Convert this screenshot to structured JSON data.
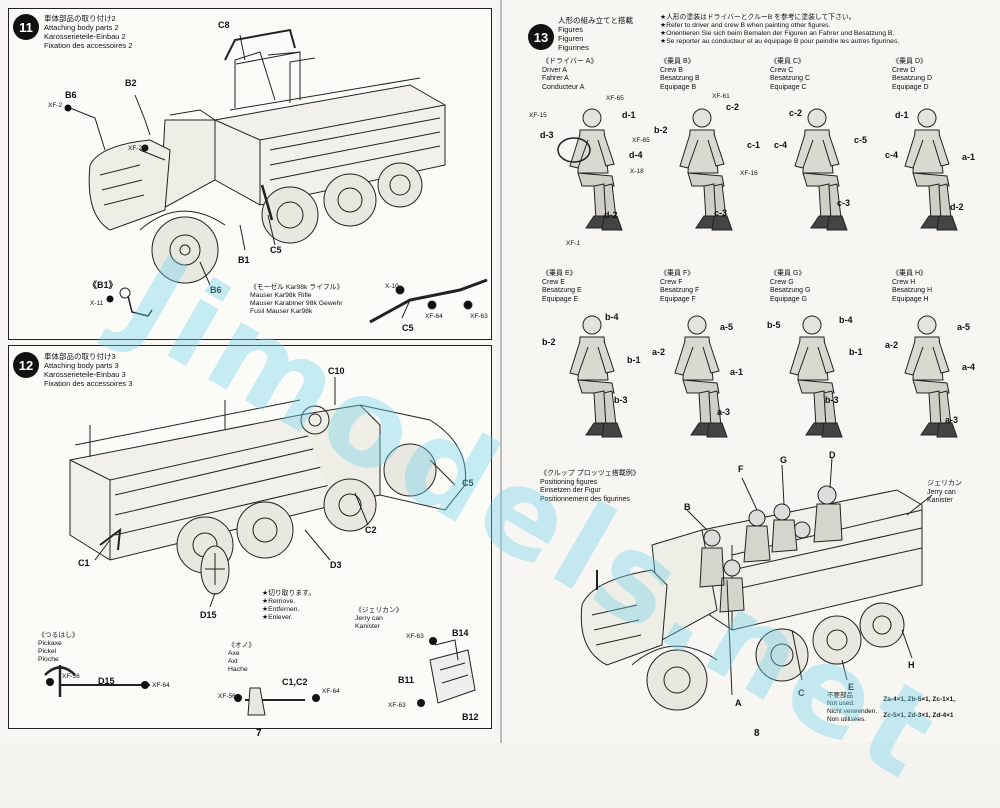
{
  "watermark": "Jimodels.net",
  "step11": {
    "num": "11",
    "title": [
      "車体部品の取り付け2",
      "Attaching body parts 2",
      "Karosserieteile-Einbau 2",
      "Fixation des accessoires 2"
    ],
    "labels": {
      "c8": "C8",
      "b6": "B6",
      "b2": "B2",
      "xf2a": "XF-2",
      "xf2b": "XF-2",
      "b1": "B1",
      "b6b": "B6",
      "c5": "C5",
      "b1paren": "《B1》",
      "x11": "X-11"
    },
    "rifle": [
      "《モーゼル Kar98k ライフル》",
      "Mauser Kar98k Rifle",
      "Mauser Karabiner 98k Gewehr",
      "Fusil Mauser Kar98k"
    ],
    "rifle_parts": {
      "x10": "X-10",
      "c5": "C5",
      "xf64": "XF-64",
      "xf63": "XF-63"
    }
  },
  "step12": {
    "num": "12",
    "title": [
      "車体部品の取り付け3",
      "Attaching body parts 3",
      "Karosserieteile-Einbau 3",
      "Fixation des accessoires 3"
    ],
    "labels": {
      "c10": "C10",
      "c5": "C5",
      "c2": "C2",
      "c1": "C1",
      "d3": "D3",
      "d15": "D15"
    },
    "remove": [
      "★切り取ります。",
      "★Remove.",
      "★Entfernen.",
      "★Enlever."
    ],
    "jerrycan": [
      "《ジェリカン》",
      "Jerry can",
      "Kanister"
    ],
    "jerry_parts": {
      "xf63a": "XF-63",
      "b14": "B14",
      "b11": "B11",
      "xf63b": "XF-63",
      "b12": "B12"
    },
    "pickaxe": [
      "《つるはし》",
      "Pickaxe",
      "Pickel",
      "Pioche"
    ],
    "pick_parts": {
      "xf56": "XF-56",
      "d15": "D15",
      "xf64": "XF-64"
    },
    "axe": [
      "《オノ》",
      "Axe",
      "Axt",
      "Hache"
    ],
    "axe_parts": {
      "xf56": "XF-56",
      "c1c2": "C1,C2",
      "xf64": "XF-64"
    }
  },
  "step13": {
    "num": "13",
    "title": [
      "人形の組み立てと搭載",
      "Figures",
      "Figuren",
      "Figurines"
    ],
    "paint_note": [
      "★人形の塗装はドライバーとクルーB を参考に塗装して下さい。",
      "★Refer to driver and crew B when painting other figures.",
      "★Orientieren Sie sich beim Bemalen der Figuren an Fahrer und Besatzung B.",
      "★Se reporter au conducteur et au équipage B pour peindre les autres figurines."
    ],
    "crew": [
      {
        "head": "《ドライバー A》",
        "lines": [
          "Driver A",
          "Fahrer A",
          "Conducteur A"
        ],
        "parts": [
          "XF-15",
          "XF-65",
          "d-1",
          "d-3",
          "XF-65",
          "d-4",
          "X-18",
          "d-2",
          "XF-1"
        ]
      },
      {
        "head": "《乗員 B》",
        "lines": [
          "Crew B",
          "Besatzung B",
          "Equipage B"
        ],
        "parts": [
          "XF-61",
          "c-2",
          "b-2",
          "c-1",
          "XF-16",
          "c-3"
        ]
      },
      {
        "head": "《乗員 C》",
        "lines": [
          "Crew C",
          "Besatzung C",
          "Equipage C"
        ],
        "parts": [
          "c-2",
          "c-4",
          "c-5",
          "c-3"
        ]
      },
      {
        "head": "《乗員 D》",
        "lines": [
          "Crew D",
          "Besatzung D",
          "Equipage D"
        ],
        "parts": [
          "d-1",
          "c-4",
          "a-1",
          "d-2"
        ]
      },
      {
        "head": "《乗員 E》",
        "lines": [
          "Crew E",
          "Besatzung E",
          "Equipage E"
        ],
        "parts": [
          "b-4",
          "b-2",
          "b-1",
          "b-3"
        ]
      },
      {
        "head": "《乗員 F》",
        "lines": [
          "Crew F",
          "Besatzung F",
          "Equipage F"
        ],
        "parts": [
          "a-5",
          "a-2",
          "a-1",
          "a-3"
        ]
      },
      {
        "head": "《乗員 G》",
        "lines": [
          "Crew G",
          "Besatzung G",
          "Equipage G"
        ],
        "parts": [
          "b-5",
          "b-4",
          "b-1",
          "b-3"
        ]
      },
      {
        "head": "《乗員 H》",
        "lines": [
          "Crew H",
          "Besatzung H",
          "Equipage H"
        ],
        "parts": [
          "a-5",
          "a-2",
          "a-4",
          "a-3"
        ]
      }
    ],
    "positioning": [
      "《クルップ プロッツェ搭載例》",
      "Positioning figures",
      "Einsetzen der Figur",
      "Positionnement des figurines"
    ],
    "jerry": [
      "ジェリカン",
      "Jerry can",
      "Kanister"
    ],
    "fig_labels": [
      "F",
      "G",
      "D",
      "B",
      "A",
      "C",
      "E",
      "H"
    ],
    "unused_head": [
      "不要部品",
      "Not used.",
      "Nicht verwenden.",
      "Non utilisées."
    ],
    "unused_parts": [
      "Za-4×1, Zb-5×1, Zc-1×1,",
      "Zc-5×1, Zd-3×1, Zd-4×1"
    ]
  },
  "pages": {
    "left": "7",
    "right": "8"
  }
}
